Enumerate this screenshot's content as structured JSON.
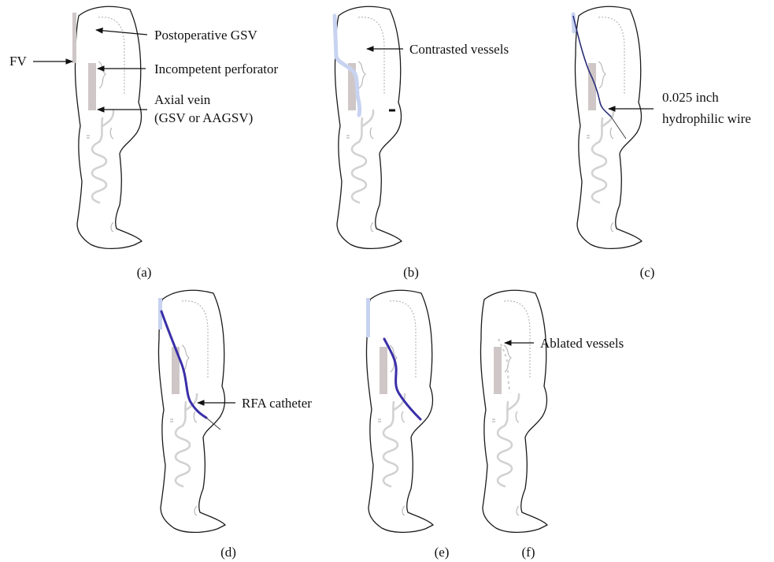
{
  "labels": {
    "postoperative_gsv": "Postoperative GSV",
    "fv": "FV",
    "incompetent_perforator": "Incompetent perforator",
    "axial_vein_line1": "Axial vein",
    "axial_vein_line2": "(GSV or AAGSV)",
    "contrasted_vessels": "Contrasted vessels",
    "wire_line1": "0.025 inch",
    "wire_line2": "hydrophilic wire",
    "rfa_catheter": "RFA catheter",
    "ablated_vessels": "Ablated vessels"
  },
  "captions": {
    "a": "(a)",
    "b": "(b)",
    "c": "(c)",
    "d": "(d)",
    "e": "(e)",
    "f": "(f)"
  },
  "colors": {
    "femoral_vein": "#cfc7c7",
    "contrast": "#c8d3f1",
    "wire": "#2b2f77",
    "rfa_catheter": "#3a2fa8"
  }
}
